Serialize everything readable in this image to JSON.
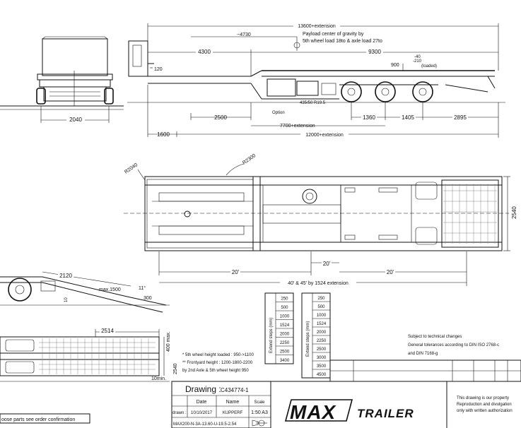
{
  "side_view": {
    "dim_total": "13600+extension",
    "dim_cog": "~4730",
    "cog_note_line1": "Payload center of gravity by",
    "cog_note_line2": "5th wheel load 18to & axle load 27to",
    "dim_front": "4300",
    "dim_rear": "9300",
    "dim_900": "900",
    "height_note_1": "-40",
    "height_note_2": "-210",
    "height_note_3": "(loaded)",
    "dim_120": "120",
    "tyre_label": "435/50 R19.5",
    "option_label": "Option",
    "dim_2500": "2500",
    "dim_1360": "1360",
    "dim_1405": "1405",
    "dim_2895": "2895",
    "dim_7700": "7700+extension",
    "dim_1600": "1600",
    "dim_12000": "12000+extension"
  },
  "front_view": {
    "dim_2040": "2040"
  },
  "top_view": {
    "radius_r2300": "R2300",
    "radius_r2040": "R2040",
    "dim_2540": "2540",
    "dim_20_left": "20'",
    "dim_20_mid": "20'",
    "dim_20_right": "20'",
    "dim_extension": "40' & 45' by 1524 extension"
  },
  "ramp_view": {
    "dim_2120": "2120",
    "dim_max1500": "max.1500",
    "dim_11": "11°",
    "dim_300": "300",
    "dim_10": "10"
  },
  "deck_view": {
    "dim_2514": "2514",
    "dim_400max": "400 max.",
    "dim_2540": "2540",
    "dim_10min": "10min."
  },
  "notes": [
    "* 5th wheel height loaded : 950->1100",
    "** Frontyard height : 1200-1800-2200",
    "   by 2nd Axle & 5th wheel height 950"
  ],
  "extend_steps": {
    "label": "Extend steps (mm)",
    "col1": [
      "250",
      "500",
      "1000",
      "1524",
      "2000",
      "2250",
      "2500",
      "3400"
    ],
    "col2": [
      "250",
      "500",
      "1000",
      "1524",
      "2000",
      "2250",
      "2500",
      "3000",
      "3500",
      "4500"
    ]
  },
  "remarks": {
    "line1": "Subject to technical changes",
    "line2": "General tolerances according to DIN ISO 2768-c",
    "line3": "and DIN 7168-g"
  },
  "title_block": {
    "drawing_label": "Drawing :",
    "drawing_no": "C434774-1",
    "col_date": "Date",
    "col_name": "Name",
    "col_scale": "Scale",
    "row_label": "drawn :",
    "date": "10/10/2017",
    "name": "KUPPERF",
    "scale": "1:50 A3",
    "model": "MAX200-N-3A-13.60-U-19.5-2.54",
    "brand_max": "MAX",
    "brand_trailer": "TRAILER",
    "property_1": "This drawing is our property",
    "property_2": "Reproduction and divulgation",
    "property_3": "only with written authorization"
  },
  "footer_note": "oose parts see order confirmation"
}
